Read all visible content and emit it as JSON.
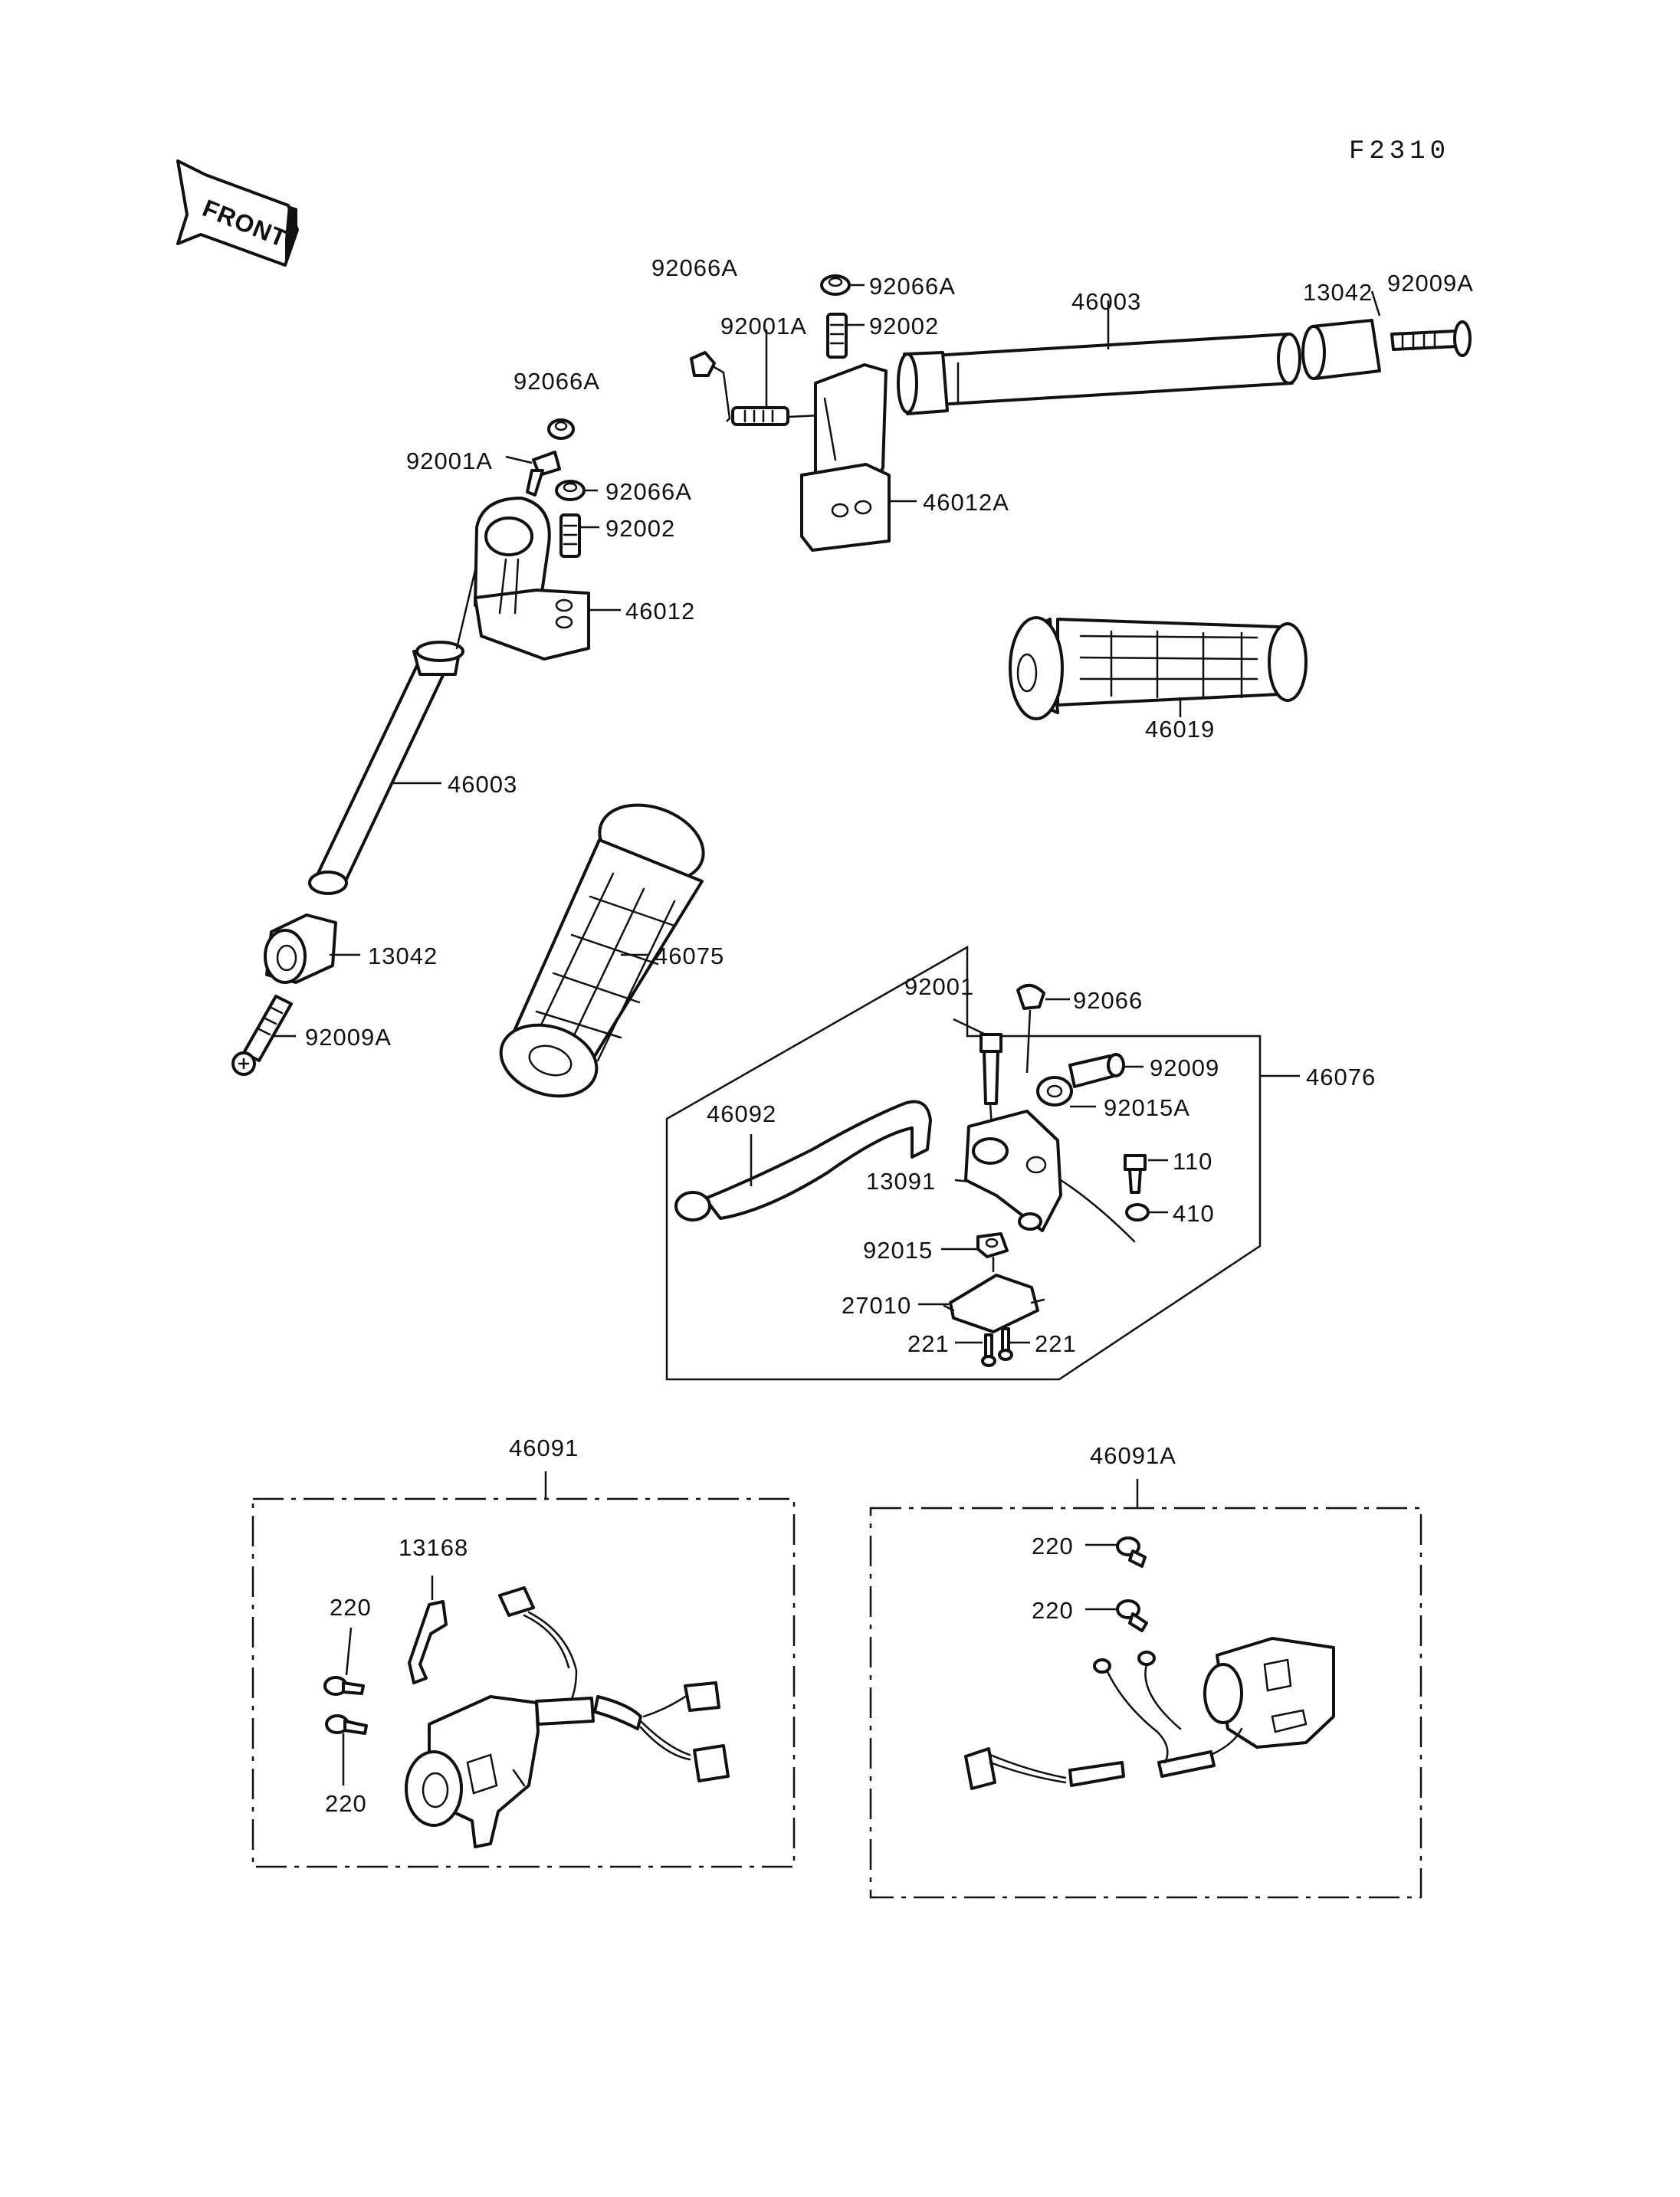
{
  "diagram_code": "F2310",
  "front_arrow_label": "FRONT",
  "labels": {
    "l_92066A_top": "92066A",
    "l_92066A_top2": "92066A",
    "l_92001A_top": "92001A",
    "l_92002_top": "92002",
    "l_46003_top": "46003",
    "l_13042_top": "13042",
    "l_92009A_top": "92009A",
    "l_46012A": "46012A",
    "l_92066A_left": "92066A",
    "l_92001A_left": "92001A",
    "l_92066A_left2": "92066A",
    "l_92002_left": "92002",
    "l_46012": "46012",
    "l_46019": "46019",
    "l_46003_left": "46003",
    "l_13042_left": "13042",
    "l_92009A_left": "92009A",
    "l_46075": "46075",
    "l_92001": "92001",
    "l_92066": "92066",
    "l_92009": "92009",
    "l_46076": "46076",
    "l_92015A": "92015A",
    "l_46092": "46092",
    "l_110": "110",
    "l_13091": "13091",
    "l_410": "410",
    "l_92015": "92015",
    "l_27010": "27010",
    "l_221a": "221",
    "l_221b": "221",
    "l_46091": "46091",
    "l_46091A": "46091A",
    "l_13168": "13168",
    "l_220a": "220",
    "l_220b": "220",
    "l_220c": "220",
    "l_220d": "220"
  }
}
